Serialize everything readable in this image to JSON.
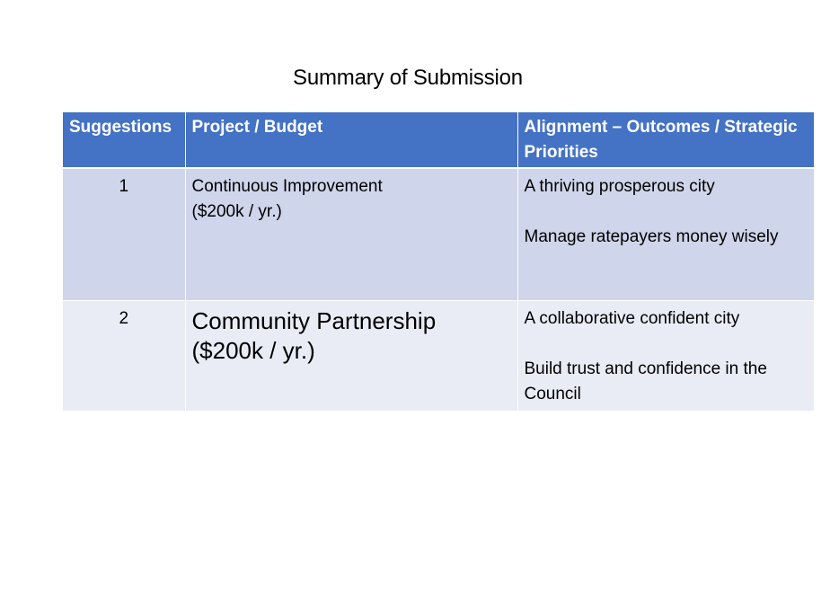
{
  "title": "Summary of Submission",
  "table": {
    "headers": [
      "Suggestions",
      "Project / Budget",
      "Alignment – Outcomes / Strategic Priorities"
    ],
    "rows": [
      {
        "suggestion": "1",
        "project_line1": "Continuous Improvement",
        "project_line2": "($200k / yr.)",
        "alignment1": "A thriving prosperous city",
        "alignment2": "Manage ratepayers money wisely"
      },
      {
        "suggestion": "2",
        "project_line1": "Community Partnership",
        "project_line2": "($200k / yr.)",
        "alignment1": "A collaborative confident city",
        "alignment2": "Build trust and confidence in the Council"
      }
    ]
  },
  "colors": {
    "header_bg": "#4472c4",
    "row_odd_bg": "#cfd5ea",
    "row_even_bg": "#e9ebf5"
  }
}
